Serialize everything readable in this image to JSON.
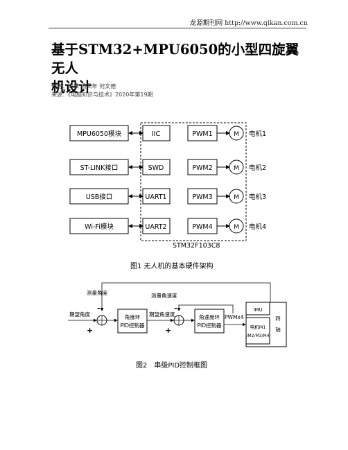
{
  "header": {
    "journal_line": "龙源期刊网 http://www.qikan.com.cn"
  },
  "article": {
    "title_line1": "基于STM32+MPU6050的小型四旋翼无人",
    "title_line2": "机设计",
    "authors": "作者：何枫 杨凤年 何文德",
    "source": "来源：《电脑知识与技术》2020年第19期"
  },
  "figure1": {
    "left_blocks": [
      "MPU6050模块",
      "ST-LINK接口",
      "USB接口",
      "Wi-Fi模块"
    ],
    "mcu_ports": [
      "IIC",
      "SWD",
      "UART1",
      "UART2"
    ],
    "pwm_ports": [
      "PWM1",
      "PWM2",
      "PWM3",
      "PWM4"
    ],
    "motor_symbol": "M",
    "motors": [
      "电机1",
      "电机2",
      "电机3",
      "电机4"
    ],
    "mcu_name": "STM32F103C8",
    "caption": "图1 无人机的基本硬件架构"
  },
  "figure2": {
    "feedback_angle": "测量角度",
    "feedback_rate": "测量角速度",
    "input_angle": "期望角度",
    "input_rate": "期望角速度",
    "angle_ctrl_line1": "角度环",
    "angle_ctrl_line2": "PID控制器",
    "rate_ctrl_line1": "角速度环",
    "rate_ctrl_line2": "PID控制器",
    "pwm_out": "PWMx4",
    "imu": "IMU",
    "motors_line1": "电机M1",
    "motors_line2": "/M2/M3/M4",
    "quad_line1": "四",
    "quad_line2": "轴",
    "minus1": "-",
    "plus1": "+",
    "minus2": "-",
    "plus2": "+",
    "caption": "图2　串级PID控制框图"
  }
}
